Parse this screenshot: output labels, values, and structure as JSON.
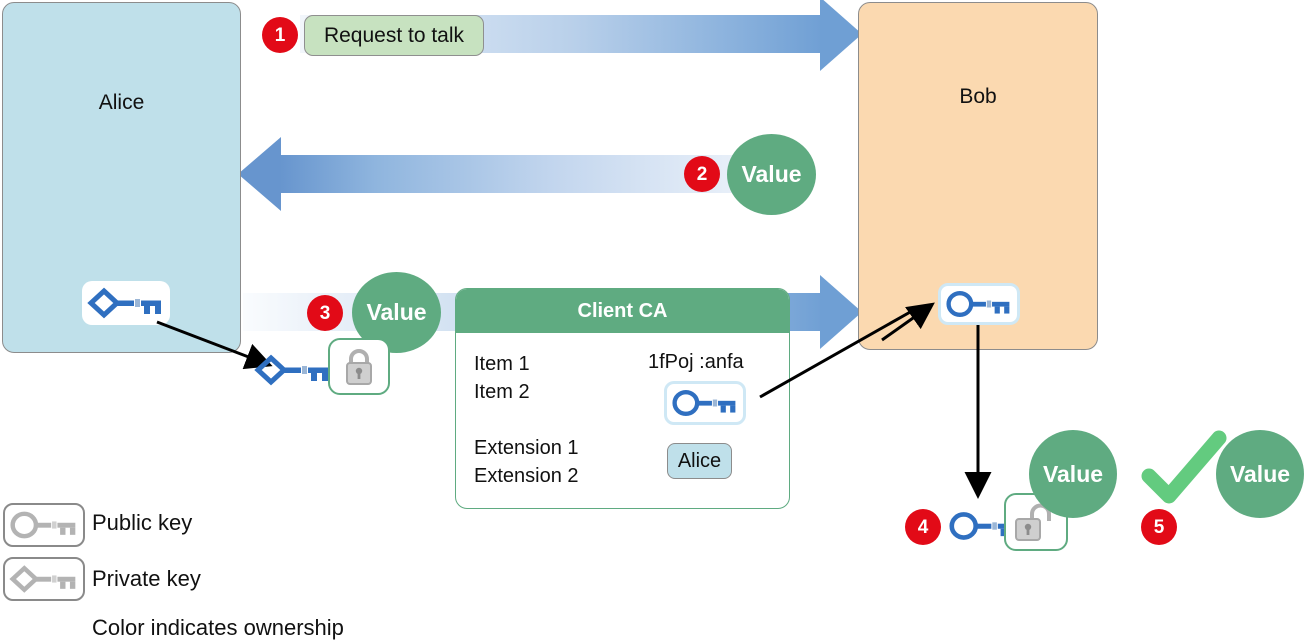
{
  "diagram": {
    "title": "TLS client certificate authentication handshake",
    "colors": {
      "alice_fill": "#bfe0ea",
      "bob_fill": "#fbd9b0",
      "value_green": "#5fab81",
      "badge_red": "#e20a17",
      "arrow_blue": "#6f9fd4",
      "pill_green": "#c7e2c0",
      "check_green": "#63cb7f",
      "key_blue": "#2f6fc0",
      "key_gray": "#b0b0b0"
    }
  },
  "parties": {
    "alice": {
      "label": "Alice"
    },
    "bob": {
      "label": "Bob"
    }
  },
  "steps": [
    {
      "number": "1"
    },
    {
      "number": "2"
    },
    {
      "number": "3"
    },
    {
      "number": "4"
    },
    {
      "number": "5"
    }
  ],
  "messages": {
    "request_pill": "Request to talk"
  },
  "value_circles": [
    {
      "label": "Value"
    },
    {
      "label": "Value"
    },
    {
      "label": "Value"
    },
    {
      "label": "Value"
    }
  ],
  "client_ca": {
    "header": "Client CA",
    "items": [
      "Item 1",
      "Item 2"
    ],
    "extensions": [
      "Extension 1",
      "Extension 2"
    ],
    "serial": "1fPoj :anfa",
    "subject_chip": "Alice"
  },
  "legend": {
    "public_key": "Public key",
    "private_key": "Private key",
    "note": "Color indicates ownership"
  },
  "icons": {
    "alice_private_key": "private-key-icon",
    "ca_public_key": "public-key-icon",
    "bob_public_key": "public-key-icon",
    "locked_padlock": "lock-closed-icon",
    "unlocked_padlock": "lock-open-icon",
    "verified": "checkmark-icon"
  }
}
